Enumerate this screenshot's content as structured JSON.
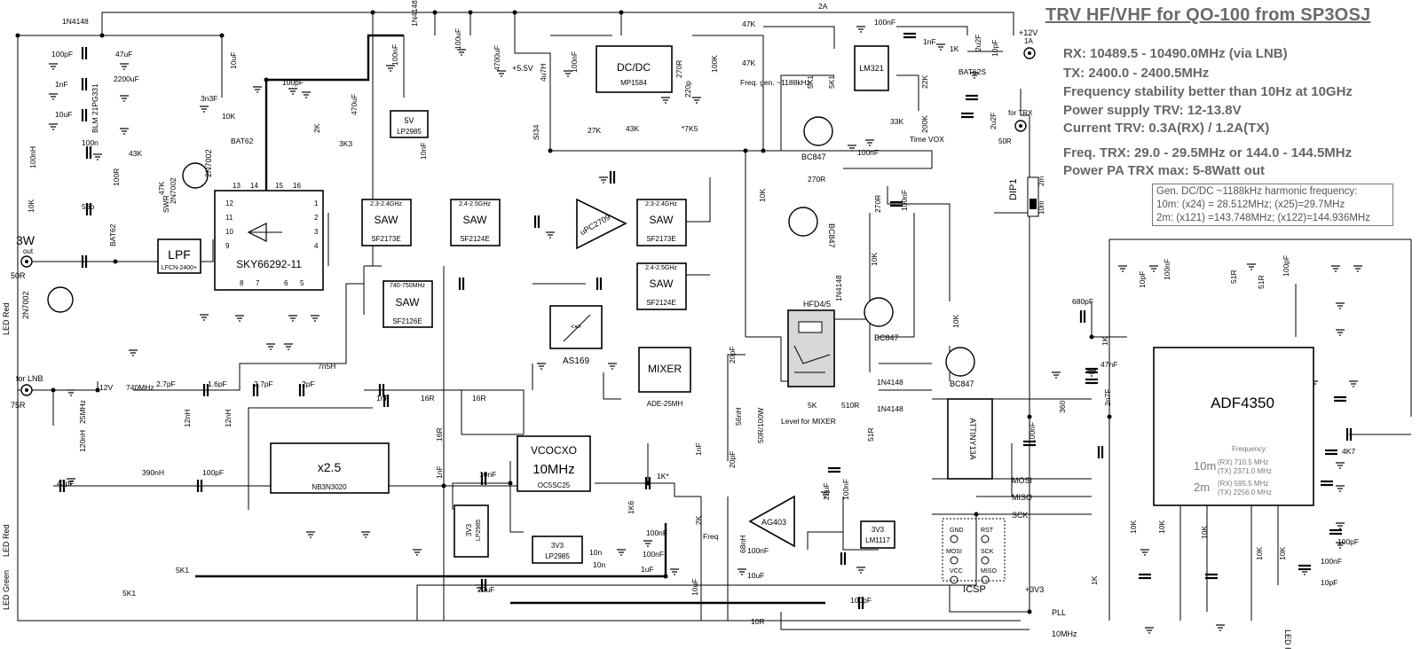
{
  "header": {
    "title": "TRV HF/VHF for QO-100 from SP3OSJ"
  },
  "specs": {
    "rx": "RX: 10489.5 - 10490.0MHz (via LNB)",
    "tx": "TX:    2400.0 - 2400.5MHz",
    "stability": "Frequency stability better than 10Hz at 10GHz",
    "power_supply": "Power supply TRV: 12-13.8V",
    "current": "Current TRV: 0.3A(RX) / 1.2A(TX)",
    "freq_trx": "Freq. TRX: 29.0 - 29.5MHz or 144.0 - 144.5MHz",
    "power_pa": "Power PA TRX max: 5-8Watt out"
  },
  "gen_note": {
    "line1": "Gen. DC/DC ~1188kHz  harmonic frequency:",
    "line2": "10m: (x24) = 28.512MHz; (x25)=29.7MHz",
    "line3": "2m: (x121) =143.748MHz; (x122)=144.936MHz"
  },
  "blocks": {
    "sky": {
      "label": "SKY66292-11"
    },
    "lpf": {
      "label": "LPF",
      "sub": "LFCN-2400+"
    },
    "saw1": {
      "label": "SAW",
      "part": "SF2173E",
      "band": "2.3-2.4GHz"
    },
    "saw2": {
      "label": "SAW",
      "part": "SF2124E",
      "band": "2.4-2.5GHz"
    },
    "saw3": {
      "label": "SAW",
      "part": "SF2173E",
      "band": "2.3-2.4GHz"
    },
    "saw4": {
      "label": "SAW",
      "part": "SF2124E",
      "band": "2.4-2.5GHz"
    },
    "saw5": {
      "label": "SAW",
      "part": "SF2126E",
      "band": "740-750MHz"
    },
    "upc": {
      "label": "uPC2709"
    },
    "as169": {
      "label": "AS169"
    },
    "mixer": {
      "label": "MIXER",
      "part": "ADE-25MH"
    },
    "dcdc": {
      "label": "DC/DC",
      "part": "MP1584"
    },
    "ldo5": {
      "label": "5V",
      "part": "LP2985"
    },
    "lm321": {
      "label": "LM321"
    },
    "x25": {
      "label": "x2.5",
      "part": "NB3N3020"
    },
    "vcocxo": {
      "label": "VCOCXO",
      "freq": "10MHz",
      "part": "OC5SC25"
    },
    "ldo33a": {
      "label": "3V3",
      "part": "LP2985"
    },
    "ldo33b": {
      "label": "3V3",
      "part": "LP2985"
    },
    "ag403": {
      "label": "AG403"
    },
    "lm1117": {
      "label": "3V3",
      "part": "LM1117"
    },
    "attiny": {
      "label": "ATTINY13A"
    },
    "hfd": {
      "label": "HFD4/5"
    },
    "adf": {
      "label": "ADF4350",
      "freq_title": "Frequency:",
      "band10": "10m",
      "band10_rx": "(RX)   710.5 MHz",
      "band10_tx": "(TX) 2371.0 MHz",
      "band2": "2m",
      "band2_rx": "(RX)   595.5 MHz",
      "band2_tx": "(TX) 2256.0 MHz"
    },
    "icsp": {
      "label": "ICSP",
      "gnd": "GND",
      "rst": "RST",
      "mosi": "MOSI",
      "sck": "SCK",
      "vcc": "VCC",
      "miso": "MISO"
    }
  },
  "connectors": {
    "out_3w": "3W",
    "out_label": "out",
    "out_50r": "50R",
    "lnb": "for LNB",
    "lnb_75r": "75R",
    "for_trx": "for TRX",
    "trx_50r": "50R",
    "supply": "+12V",
    "supply_current": "1A",
    "dip1": "DIP1",
    "dip_2m": "2m",
    "dip_10m": "10m",
    "supply_5v5": "+5.5V"
  },
  "signals": {
    "mosi": "MOSI",
    "miso": "MISO",
    "sck": "SCK",
    "v33": "+3V3",
    "pll": "PLL",
    "ref": "10MHz"
  },
  "leds": {
    "led_red1": "LED Red",
    "led_red2": "LED Red",
    "led_green": "LED Green",
    "led_red3": "LED Red"
  },
  "components": [
    "1N4148",
    "100pF",
    "47uF",
    "1nF",
    "2200uF",
    "10uF",
    "BLM 21PG331",
    "100nH",
    "10K",
    "100n",
    "56p",
    "BAT62",
    "100R",
    "43K",
    "2N7002",
    "47K",
    "SWR",
    "3n3F",
    "10uF",
    "10K",
    "BAT62",
    "100pF",
    "470uF",
    "2K",
    "3K3",
    "100nF",
    "10nF",
    "4700uF",
    "100uF",
    "1N4148",
    "2A",
    "4u7H",
    "SI34",
    "100nF",
    "27K",
    "43K",
    "*7K5",
    "220p",
    "270R",
    "100K",
    "47K",
    "47K",
    "Freq. gen. ~1188kHz",
    "100nF",
    "1nF",
    "1K",
    "2u2F",
    "22K",
    "5K1",
    "5K1",
    "33K",
    "200K",
    "Time VOX",
    "BAT62S",
    "10pF",
    "2u2F",
    "BC847",
    "BC847",
    "270R",
    "100nF",
    "10K",
    "270R",
    "100nF",
    "1N4148",
    "10K",
    "BC847",
    "2.7pF",
    "1.6pF",
    "2.7pF",
    "2pF",
    "7n5H",
    "740MHz",
    "25MHz",
    "12V",
    "120nH",
    "43pF",
    "390nH",
    "100pF",
    "12nH",
    "12nH",
    "1nF",
    "16R",
    "16R",
    "16R",
    "1nF",
    "10nF",
    "1K*",
    "1K6",
    "2K",
    "Freq",
    "10uF",
    "100nF",
    "10n",
    "1uF",
    "100nF",
    "22uF",
    "10n",
    "68nH",
    "100nF",
    "10uF",
    "10R",
    "100pF",
    "22uF",
    "100nF",
    "56nH",
    "20pF",
    "20pF",
    "1nF",
    "50R/100W",
    "5K",
    "Level for MIXER",
    "510R",
    "51R",
    "1N4148",
    "1N4148",
    "10K",
    "100nF",
    "680pF",
    "1K",
    "47nF",
    "2n7F",
    "360",
    "10pF",
    "100nF",
    "51R",
    "51R",
    "100pF",
    "4K7",
    "10K",
    "10K",
    "10K",
    "10K",
    "10K",
    "100pF",
    "100nF",
    "10pF",
    "1K",
    "5K1",
    "5K1"
  ]
}
